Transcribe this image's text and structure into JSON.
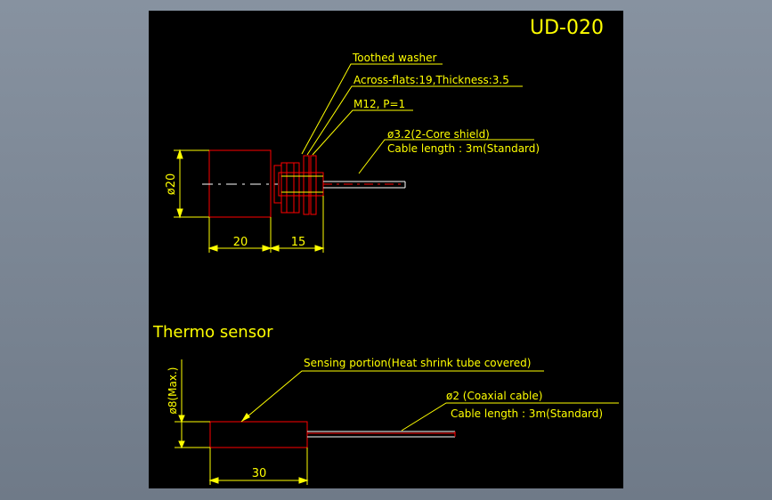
{
  "title": "UD-020",
  "labels": {
    "toothed_washer": "Toothed washer",
    "across_flats": "Across-flats:19,Thickness:3.5",
    "thread": "M12, P=1",
    "cable_dia_top": "ø3.2(2-Core shield)",
    "cable_len_top": "Cable length : 3m(Standard)",
    "dia20": "ø20",
    "dim20": "20",
    "dim15": "15",
    "section_title": "Thermo sensor",
    "sensing_portion": "Sensing portion(Heat shrink tube covered)",
    "cable_dia_bottom": "ø2 (Coaxial cable)",
    "cable_len_bottom": "Cable length : 3m(Standard)",
    "dia8": "ø8(Max.)",
    "dim30": "30"
  },
  "colors": {
    "background": "#000000",
    "outline": "#ff0000",
    "cable": "#ffffff",
    "annotation": "#ffff00"
  }
}
